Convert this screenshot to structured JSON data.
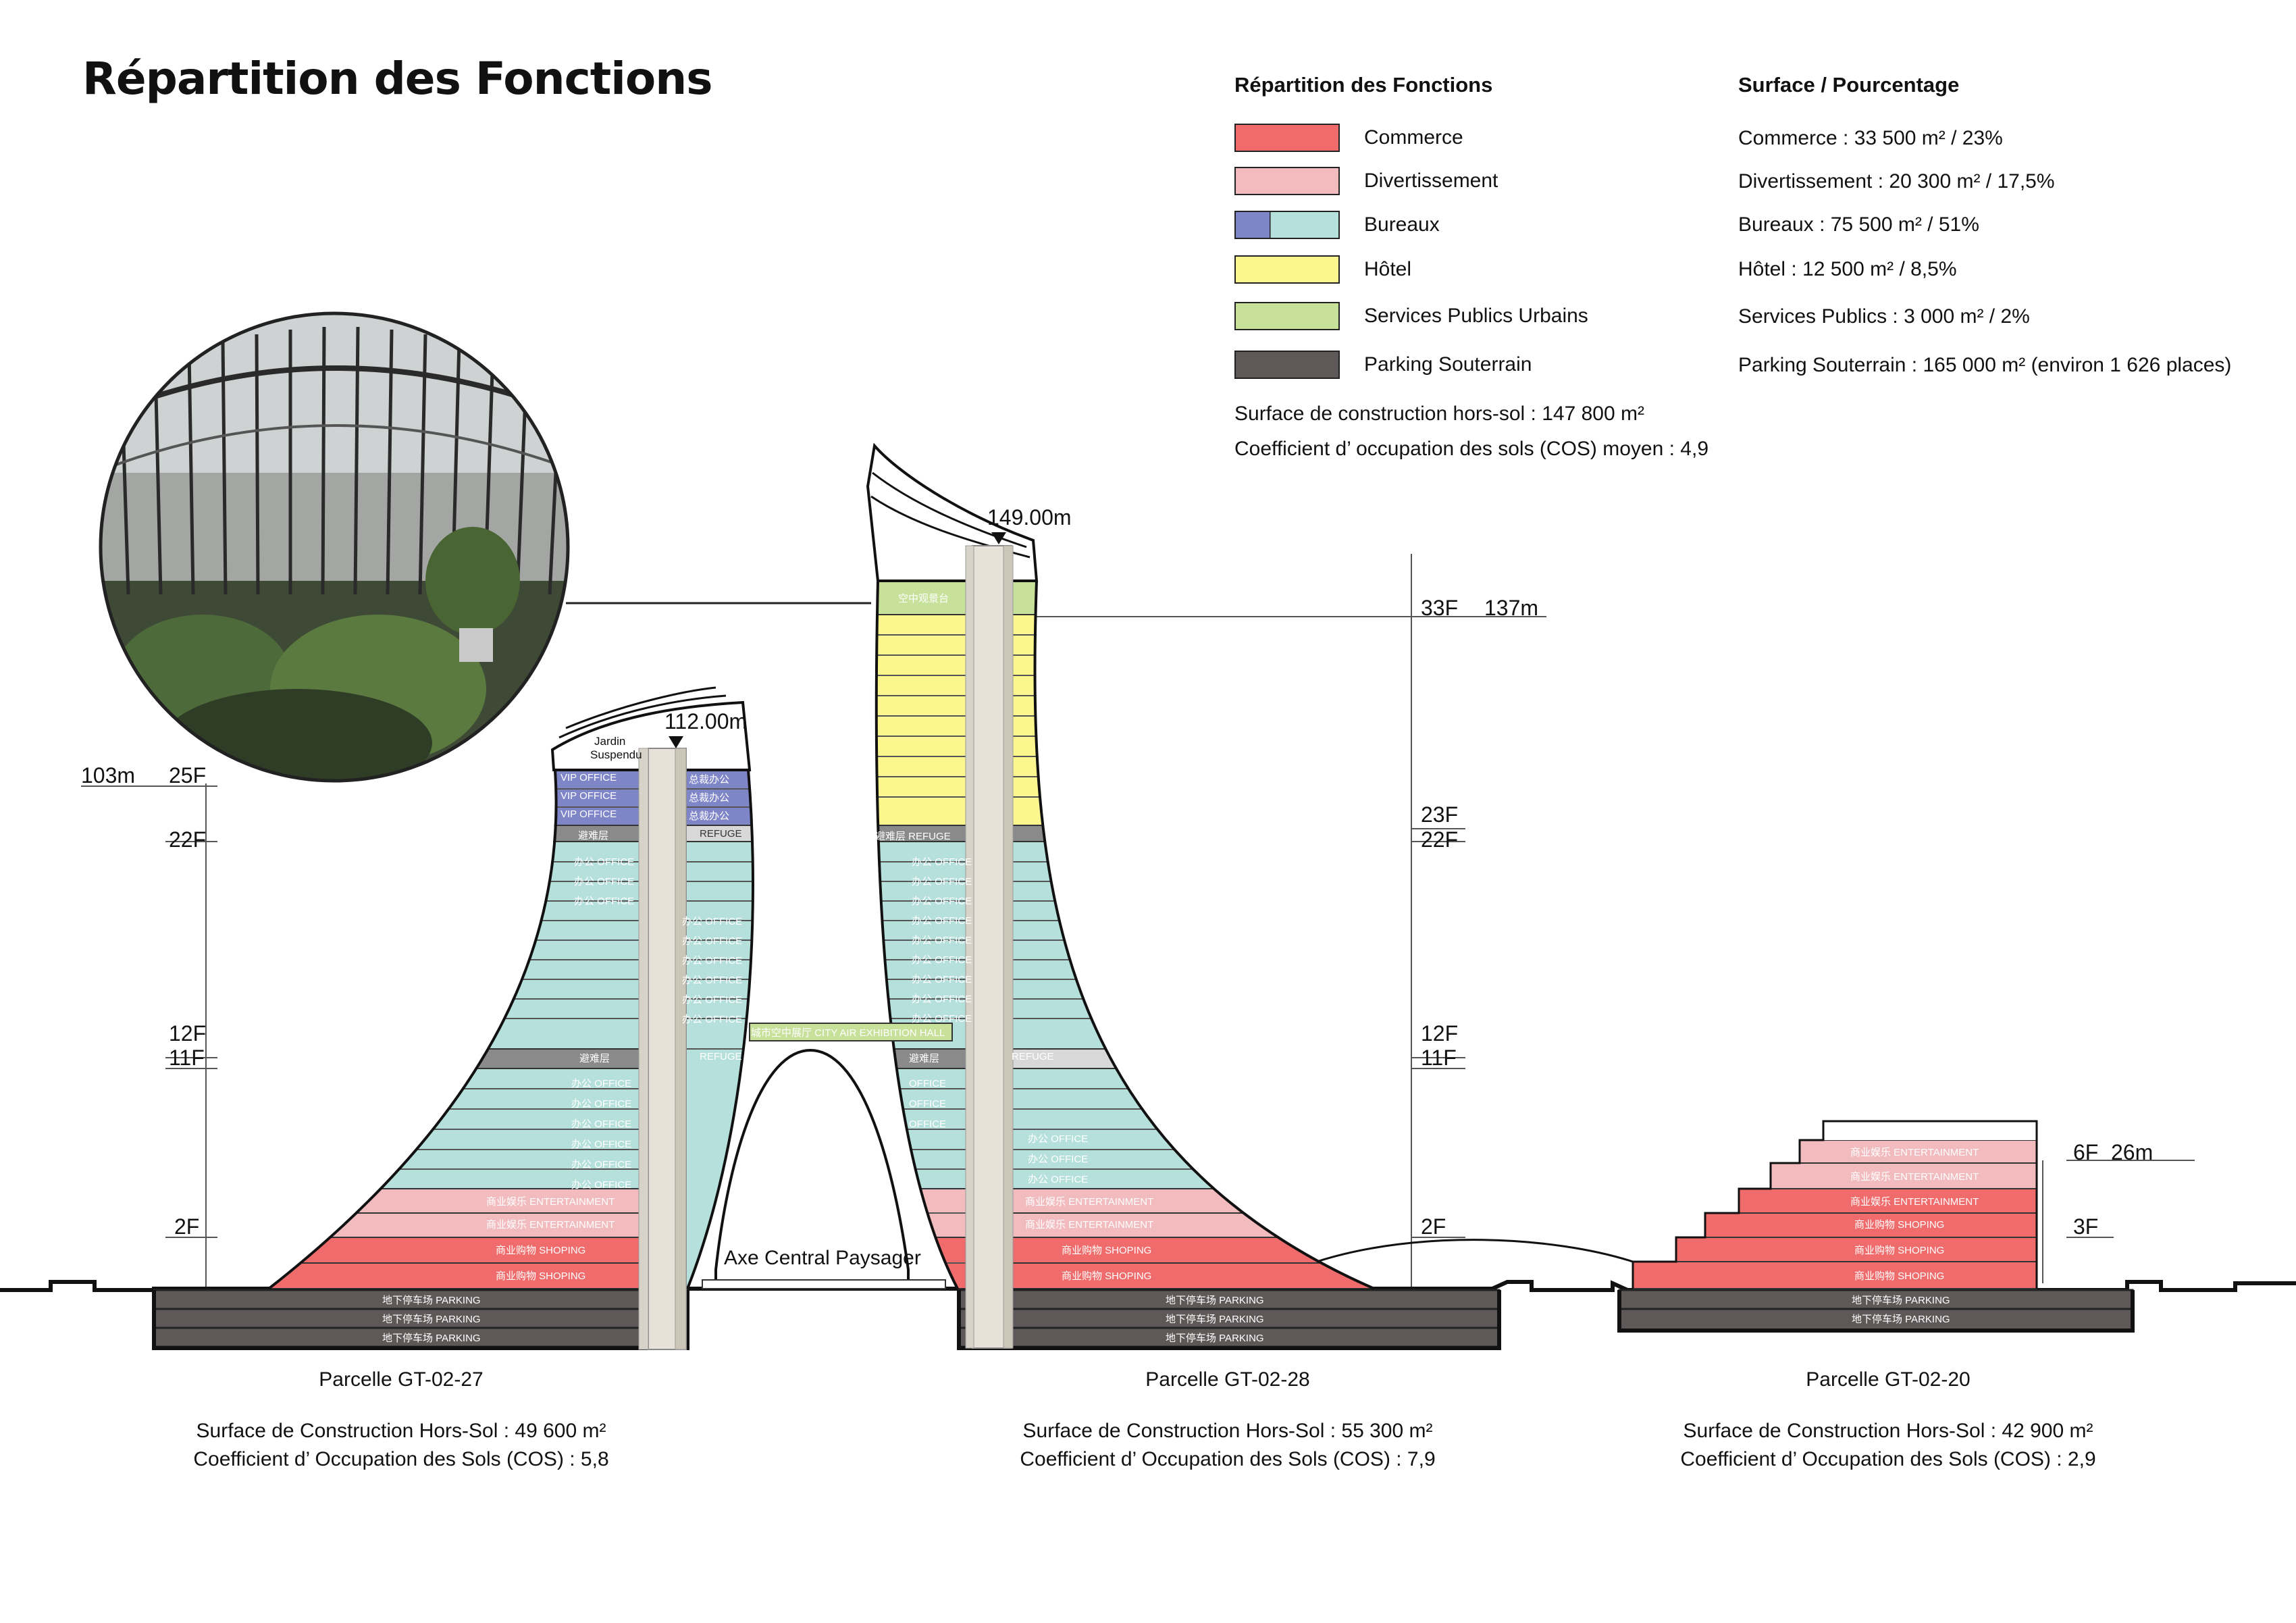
{
  "title": "Répartition des Fonctions",
  "legend": {
    "header_left": "Répartition des Fonctions",
    "header_right": "Surface / Pourcentage",
    "items": [
      {
        "label": "Commerce",
        "stat": "Commerce : 33 500 m² / 23%",
        "color": "#f06b6b"
      },
      {
        "label": "Divertissement",
        "stat": "Divertissement : 20 300 m² / 17,5%",
        "color": "#f2bcbf"
      },
      {
        "label": "Bureaux",
        "stat": "Bureaux : 75 500 m² / 51%",
        "color": "#b6e0dc",
        "color2": "#7f86c8"
      },
      {
        "label": "Hôtel",
        "stat": "Hôtel : 12 500 m² / 8,5%",
        "color": "#fbf68d"
      },
      {
        "label": "Services Publics Urbains",
        "stat": "Services Publics : 3 000 m² / 2%",
        "color": "#c7e19b"
      },
      {
        "label": "Parking Souterrain",
        "stat": "Parking Souterrain : 165 000 m² (environ 1 626 places)",
        "color": "#5f5858"
      }
    ],
    "note1": "Surface de construction hors-sol : 147 800 m²",
    "note2": "Coefficient d’   occupation des sols (COS) moyen : 4,9"
  },
  "levels": {
    "h149": "149.00m",
    "h112": "112.00m",
    "f33": "33F",
    "m137": "137m",
    "m103": "103m",
    "f25": "25F",
    "f22": "22F",
    "f23": "23F",
    "f12": "12F",
    "f11": "11F",
    "f2": "2F",
    "f6": "6F",
    "m26": "26m",
    "f3": "3F"
  },
  "tags": {
    "jardin": "Jardin",
    "suspendu": "Suspendu",
    "axe": "Axe Central Paysager",
    "vip": "VIP OFFICE",
    "ceo": "总裁办公",
    "refuge_cn": "避难层",
    "refuge": "REFUGE",
    "refuge_mix": "避难层 REFUGE",
    "office": "办公 OFFICE",
    "office_en": "OFFICE",
    "ent": "商业娱乐 ENTERTAINMENT",
    "shop": "商业购物 SHOPING",
    "parking": "地下停车场 PARKING",
    "hall": "城市空中展厅 CITY AIR EXHIBITION HALL",
    "sky": "空中观景台"
  },
  "lots": [
    {
      "name": "Parcelle GT-02-27",
      "surface": "Surface de Construction Hors-Sol : 49 600 m²",
      "cos": "Coefficient d’   Occupation des Sols (COS) : 5,8"
    },
    {
      "name": "Parcelle GT-02-28",
      "surface": "Surface de Construction Hors-Sol : 55 300 m²",
      "cos": "Coefficient d’   Occupation des Sols (COS) : 7,9"
    },
    {
      "name": "Parcelle GT-02-20",
      "surface": "Surface de Construction Hors-Sol : 42 900 m²",
      "cos": "Coefficient d’   Occupation des Sols (COS) : 2,9"
    }
  ]
}
